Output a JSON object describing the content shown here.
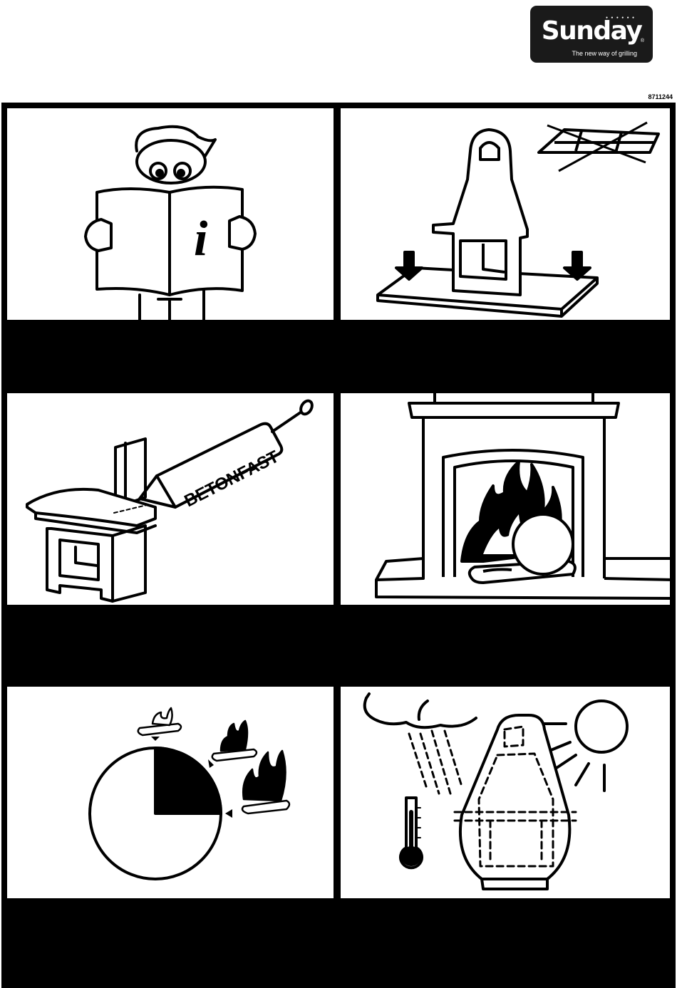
{
  "logo": {
    "brand": "Sunday",
    "registered": "®",
    "tagline": "The new way of grilling",
    "dots": "● ● ● ● ● ●"
  },
  "document": {
    "code": "8711244"
  },
  "panels": {
    "reading": {
      "icon": "info-icon",
      "glyph": "i"
    },
    "foundation": {
      "icon": "foundation-slab-icon"
    },
    "sealant": {
      "icon": "sealant-gun-icon",
      "label": "BETONFAST"
    },
    "fireplace": {
      "icon": "no-fireplace-icon"
    },
    "burn_time": {
      "icon": "clock-fire-icon"
    },
    "weather": {
      "icon": "weather-cover-icon"
    }
  },
  "colors": {
    "ink": "#000000",
    "paper": "#ffffff",
    "logo_bg": "#1a1a1a"
  }
}
